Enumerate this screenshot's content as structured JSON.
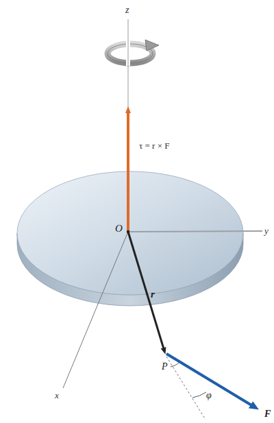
{
  "diagram": {
    "labels": [
      "z",
      "τ = r × F",
      "O",
      "y",
      "x",
      "r",
      "P",
      "φ",
      "F"
    ]
  }
}
